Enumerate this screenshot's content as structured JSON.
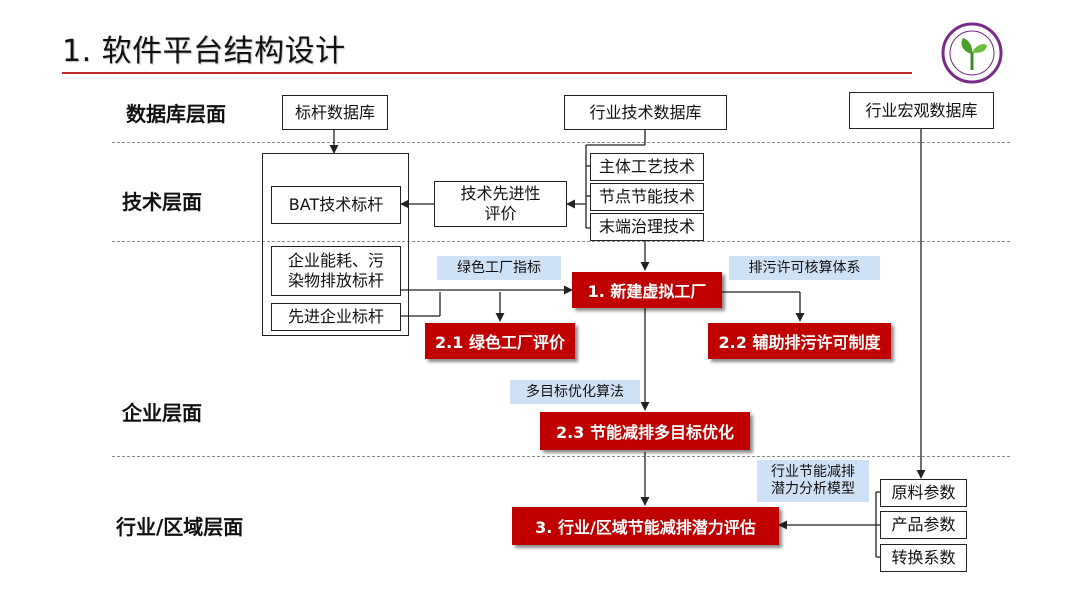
{
  "title": "1. 软件平台结构设计",
  "colors": {
    "accent": "#c00000",
    "tag_bg": "#cfe1f5",
    "rule": "#c0262d"
  },
  "logo": {
    "icon": "school-environment-logo-icon"
  },
  "layers": {
    "database": "数据库层面",
    "technology": "技术层面",
    "enterprise": "企业层面",
    "industry": "行业/区域层面"
  },
  "databases": {
    "benchmark": "标杆数据库",
    "industry_tech": "行业技术数据库",
    "macro": "行业宏观数据库"
  },
  "tech": {
    "bat": "BAT技术标杆",
    "advanced_eval": "技术先进性\n评价",
    "main_process": "主体工艺技术",
    "node_saving": "节点节能技术",
    "end_treatment": "末端治理技术"
  },
  "enterprise": {
    "energy_benchmark": "企业能耗、污\n染物排放标杆",
    "advanced_benchmark": "先进企业标杆",
    "green_indicator": "绿色工厂指标",
    "discharge_system": "排污许可核算体系",
    "virtual_factory": "1. 新建虚拟工厂",
    "green_eval": "2.1 绿色工厂评价",
    "discharge_permit": "2.2 辅助排污许可制度",
    "algorithm": "多目标优化算法",
    "multi_objective": "2.3 节能减排多目标优化"
  },
  "industry": {
    "model": "行业节能减排\n潜力分析模型",
    "potential_eval": "3. 行业/区域节能减排潜力评估",
    "raw_params": "原料参数",
    "product_params": "产品参数",
    "conversion": "转换系数"
  }
}
